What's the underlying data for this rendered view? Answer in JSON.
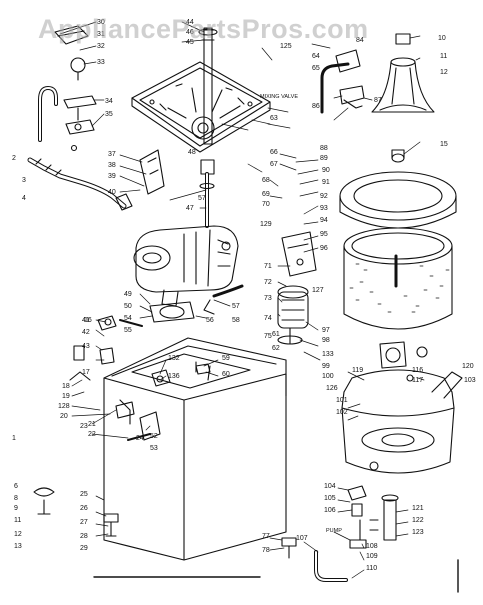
{
  "watermark": "AppliancePartsPros.com",
  "colors": {
    "ink": "#111111",
    "paper": "#ffffff",
    "watermark": "#aaaaaa"
  },
  "annotations": {
    "mixing_valve": "MIXING VALVE",
    "pump": "PUMP"
  },
  "callouts": [
    {
      "id": "c1",
      "text": "30"
    },
    {
      "id": "c2",
      "text": "31"
    },
    {
      "id": "c3",
      "text": "32"
    },
    {
      "id": "c4",
      "text": "33"
    },
    {
      "id": "c5",
      "text": "34"
    },
    {
      "id": "c6",
      "text": "35"
    },
    {
      "id": "c7",
      "text": "2"
    },
    {
      "id": "c8",
      "text": "3"
    },
    {
      "id": "c9",
      "text": "4"
    },
    {
      "id": "c10",
      "text": "37"
    },
    {
      "id": "c11",
      "text": "38"
    },
    {
      "id": "c12",
      "text": "39"
    },
    {
      "id": "c13",
      "text": "40"
    },
    {
      "id": "c14",
      "text": "44"
    },
    {
      "id": "c15",
      "text": "45"
    },
    {
      "id": "c16",
      "text": "46"
    },
    {
      "id": "c17",
      "text": "48"
    },
    {
      "id": "c18",
      "text": "47"
    },
    {
      "id": "c19",
      "text": "57"
    },
    {
      "id": "c20",
      "text": "125"
    },
    {
      "id": "c21",
      "text": "64"
    },
    {
      "id": "c22",
      "text": "65"
    },
    {
      "id": "c23",
      "text": "87"
    },
    {
      "id": "c24",
      "text": "84"
    },
    {
      "id": "c25",
      "text": "86"
    },
    {
      "id": "c26",
      "text": "63"
    },
    {
      "id": "c27",
      "text": "10"
    },
    {
      "id": "c28",
      "text": "11"
    },
    {
      "id": "c29",
      "text": "12"
    },
    {
      "id": "c30",
      "text": "15"
    },
    {
      "id": "c31",
      "text": "66"
    },
    {
      "id": "c32",
      "text": "67"
    },
    {
      "id": "c33",
      "text": "88"
    },
    {
      "id": "c34",
      "text": "89"
    },
    {
      "id": "c35",
      "text": "90"
    },
    {
      "id": "c36",
      "text": "91"
    },
    {
      "id": "c37",
      "text": "92"
    },
    {
      "id": "c38",
      "text": "93"
    },
    {
      "id": "c39",
      "text": "94"
    },
    {
      "id": "c40",
      "text": "95"
    },
    {
      "id": "c41",
      "text": "96"
    },
    {
      "id": "c42",
      "text": "68"
    },
    {
      "id": "c43",
      "text": "69"
    },
    {
      "id": "c44",
      "text": "70"
    },
    {
      "id": "c45",
      "text": "129"
    },
    {
      "id": "c46",
      "text": "127"
    },
    {
      "id": "c47",
      "text": "71"
    },
    {
      "id": "c48",
      "text": "72"
    },
    {
      "id": "c49",
      "text": "73"
    },
    {
      "id": "c50",
      "text": "74"
    },
    {
      "id": "c51",
      "text": "75"
    },
    {
      "id": "c52",
      "text": "97"
    },
    {
      "id": "c53",
      "text": "98"
    },
    {
      "id": "c54",
      "text": "133"
    },
    {
      "id": "c55",
      "text": "99"
    },
    {
      "id": "c56",
      "text": "100"
    },
    {
      "id": "c57",
      "text": "49"
    },
    {
      "id": "c58",
      "text": "50"
    },
    {
      "id": "c59",
      "text": "54"
    },
    {
      "id": "c60",
      "text": "55"
    },
    {
      "id": "c61",
      "text": "56"
    },
    {
      "id": "c62",
      "text": "57"
    },
    {
      "id": "c63",
      "text": "58"
    },
    {
      "id": "c64",
      "text": "59"
    },
    {
      "id": "c65",
      "text": "60"
    },
    {
      "id": "c66",
      "text": "132"
    },
    {
      "id": "c67",
      "text": "136"
    },
    {
      "id": "c68",
      "text": "41"
    },
    {
      "id": "c69",
      "text": "42"
    },
    {
      "id": "c70",
      "text": "43"
    },
    {
      "id": "c71",
      "text": "16"
    },
    {
      "id": "c72",
      "text": "17"
    },
    {
      "id": "c73",
      "text": "18"
    },
    {
      "id": "c74",
      "text": "19"
    },
    {
      "id": "c75",
      "text": "128"
    },
    {
      "id": "c76",
      "text": "20"
    },
    {
      "id": "c77",
      "text": "21"
    },
    {
      "id": "c78",
      "text": "22"
    },
    {
      "id": "c79",
      "text": "23"
    },
    {
      "id": "c80",
      "text": "24"
    },
    {
      "id": "c81",
      "text": "52"
    },
    {
      "id": "c82",
      "text": "53"
    },
    {
      "id": "c83",
      "text": "1"
    },
    {
      "id": "c84",
      "text": "6"
    },
    {
      "id": "c85",
      "text": "8"
    },
    {
      "id": "c86",
      "text": "9"
    },
    {
      "id": "c87",
      "text": "11"
    },
    {
      "id": "c88",
      "text": "12"
    },
    {
      "id": "c89",
      "text": "13"
    },
    {
      "id": "c90",
      "text": "25"
    },
    {
      "id": "c91",
      "text": "26"
    },
    {
      "id": "c92",
      "text": "27"
    },
    {
      "id": "c93",
      "text": "28"
    },
    {
      "id": "c94",
      "text": "29"
    },
    {
      "id": "c95",
      "text": "77"
    },
    {
      "id": "c96",
      "text": "78"
    },
    {
      "id": "c97",
      "text": "101"
    },
    {
      "id": "c98",
      "text": "102"
    },
    {
      "id": "c99",
      "text": "103"
    },
    {
      "id": "c100",
      "text": "104"
    },
    {
      "id": "c101",
      "text": "105"
    },
    {
      "id": "c102",
      "text": "106"
    },
    {
      "id": "c103",
      "text": "107"
    },
    {
      "id": "c104",
      "text": "108"
    },
    {
      "id": "c105",
      "text": "109"
    },
    {
      "id": "c106",
      "text": "110"
    },
    {
      "id": "c107",
      "text": "116"
    },
    {
      "id": "c108",
      "text": "117"
    },
    {
      "id": "c109",
      "text": "119"
    },
    {
      "id": "c110",
      "text": "121"
    },
    {
      "id": "c111",
      "text": "122"
    },
    {
      "id": "c112",
      "text": "123"
    },
    {
      "id": "c113",
      "text": "61"
    },
    {
      "id": "c114",
      "text": "62"
    },
    {
      "id": "c115",
      "text": "126"
    },
    {
      "id": "c116",
      "text": "120"
    }
  ]
}
